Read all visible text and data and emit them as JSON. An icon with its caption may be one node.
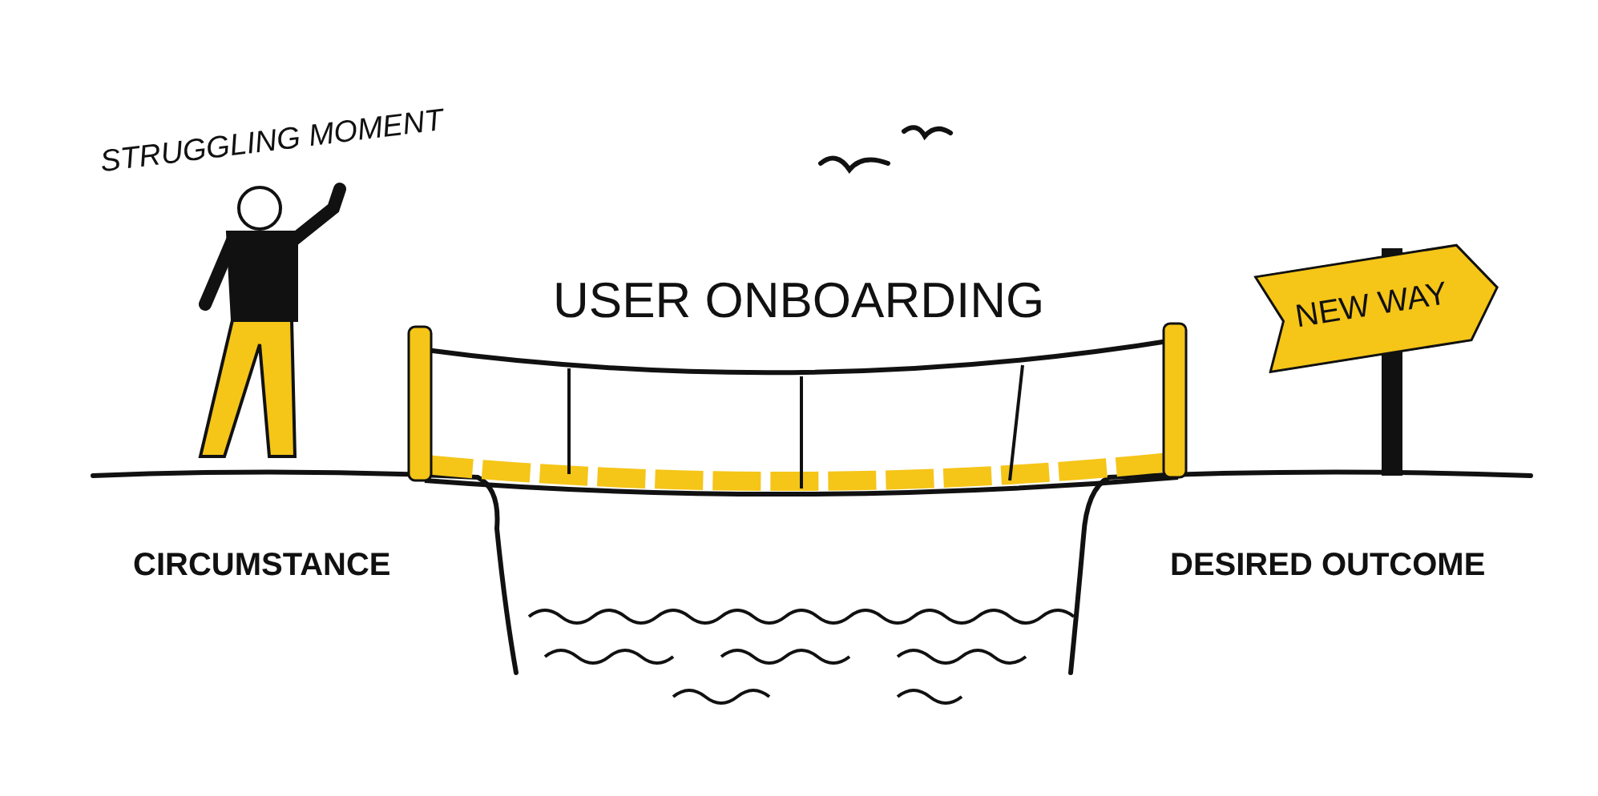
{
  "diagram": {
    "nodes": [
      {
        "text": [
          "NEW WAY"
        ]
      }
    ],
    "labels": [
      "STRUGGLING MOMENT",
      "USER ONBOARDING",
      "CIRCUMSTANCE",
      "DESIRED OUTCOME"
    ]
  }
}
